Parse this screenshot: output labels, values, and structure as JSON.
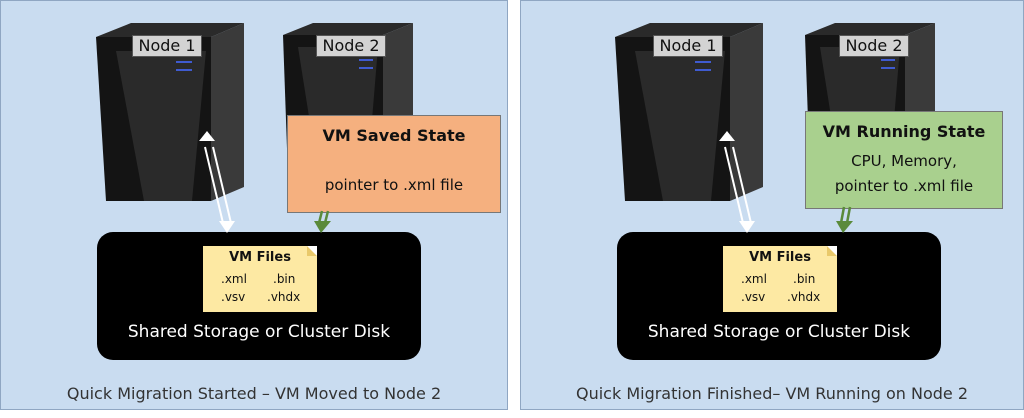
{
  "left": {
    "node1": "Node 1",
    "node2": "Node 2",
    "callout": {
      "title": "VM Saved State",
      "body": "pointer to .xml file",
      "color": "#f5b07f"
    },
    "storage": "Shared Storage or Cluster Disk",
    "vmfiles": {
      "title": "VM Files",
      "f1": ".xml",
      "f2": ".bin",
      "f3": ".vsv",
      "f4": ".vhdx"
    },
    "caption": "Quick Migration Started – VM Moved to Node 2"
  },
  "right": {
    "node1": "Node 1",
    "node2": "Node 2",
    "callout": {
      "title": "VM Running State",
      "line1": "CPU, Memory,",
      "line2": "pointer to .xml file",
      "color": "#a9d08e"
    },
    "storage": "Shared Storage or Cluster Disk",
    "vmfiles": {
      "title": "VM Files",
      "f1": ".xml",
      "f2": ".bin",
      "f3": ".vsv",
      "f4": ".vhdx"
    },
    "caption": "Quick Migration Finished– VM Running on Node 2"
  },
  "colors": {
    "panel_bg": "#c9dcf0",
    "arrow_green": "#5a8a3a",
    "arrow_white": "#ffffff"
  }
}
